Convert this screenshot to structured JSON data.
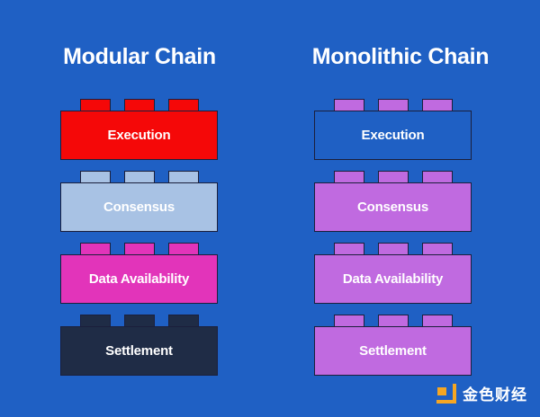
{
  "background_color": "#1f60c4",
  "columns": [
    {
      "id": "modular",
      "title": "Modular Chain",
      "bricks": [
        {
          "label": "Execution",
          "color": "#f50808",
          "stud_color": "#f50808",
          "border_color": "#1b1f3b",
          "text_color": "#ffffff"
        },
        {
          "label": "Consensus",
          "color": "#a8c2e4",
          "stud_color": "#a8c2e4",
          "border_color": "#1b1f3b",
          "text_color": "#ffffff"
        },
        {
          "label": "Data Availability",
          "color": "#e234ba",
          "stud_color": "#e234ba",
          "border_color": "#1b1f3b",
          "text_color": "#ffffff"
        },
        {
          "label": "Settlement",
          "color": "#1f2c46",
          "stud_color": "#1f2c46",
          "border_color": "#1b1f3b",
          "text_color": "#ffffff"
        }
      ]
    },
    {
      "id": "monolithic",
      "title": "Monolithic Chain",
      "bricks": [
        {
          "label": "Execution",
          "color": "#c濃",
          "stud_color": "#c06ae0",
          "border_color": "#1b1f3b",
          "text_color": "#ffffff"
        },
        {
          "label": "Consensus",
          "color": "#c06ae0",
          "stud_color": "#c06ae0",
          "border_color": "#1b1f3b",
          "text_color": "#ffffff"
        },
        {
          "label": "Data Availability",
          "color": "#c06ae0",
          "stud_color": "#c06ae0",
          "border_color": "#1b1f3b",
          "text_color": "#ffffff"
        },
        {
          "label": "Settlement",
          "color": "#c06ae0",
          "stud_color": "#c06ae0",
          "border_color": "#1b1f3b",
          "text_color": "#ffffff"
        }
      ]
    }
  ],
  "watermark": {
    "icon": "jinse-logo-icon",
    "text": "金色财经",
    "accent_color": "#f5a623"
  }
}
